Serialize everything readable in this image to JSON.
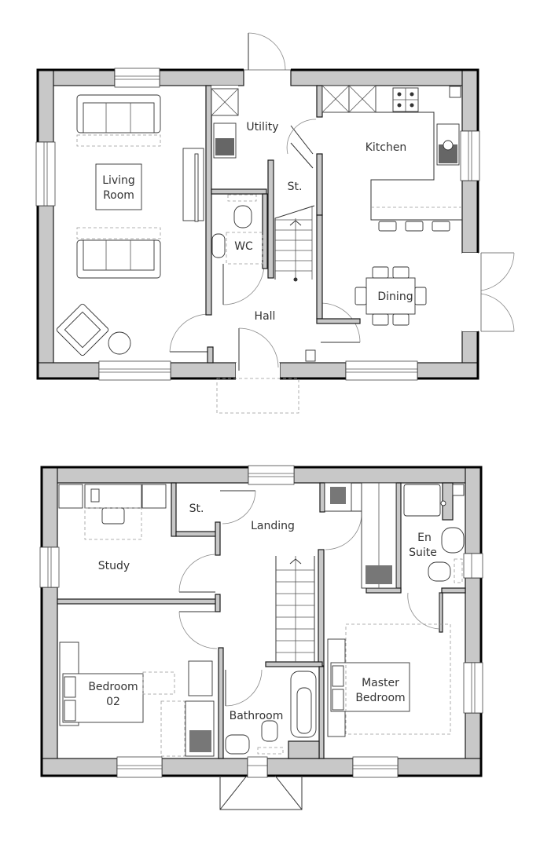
{
  "ground_floor": {
    "rooms": [
      {
        "id": "living-room",
        "label_line1": "Living",
        "label_line2": "Room"
      },
      {
        "id": "utility",
        "label": "Utility"
      },
      {
        "id": "kitchen",
        "label": "Kitchen"
      },
      {
        "id": "store",
        "label": "St."
      },
      {
        "id": "wc",
        "label": "WC"
      },
      {
        "id": "hall",
        "label": "Hall"
      },
      {
        "id": "dining",
        "label": "Dining"
      }
    ]
  },
  "first_floor": {
    "rooms": [
      {
        "id": "store",
        "label": "St."
      },
      {
        "id": "landing",
        "label": "Landing"
      },
      {
        "id": "study",
        "label": "Study"
      },
      {
        "id": "en-suite",
        "label_line1": "En",
        "label_line2": "Suite"
      },
      {
        "id": "bedroom-02",
        "label_line1": "Bedroom",
        "label_line2": "02"
      },
      {
        "id": "bathroom",
        "label": "Bathroom"
      },
      {
        "id": "master-bedroom",
        "label_line1": "Master",
        "label_line2": "Bedroom"
      }
    ]
  },
  "colors": {
    "wall_fill": "#c8c8c8",
    "wall_outline": "#000000",
    "line": "#333333",
    "background": "#ffffff"
  }
}
